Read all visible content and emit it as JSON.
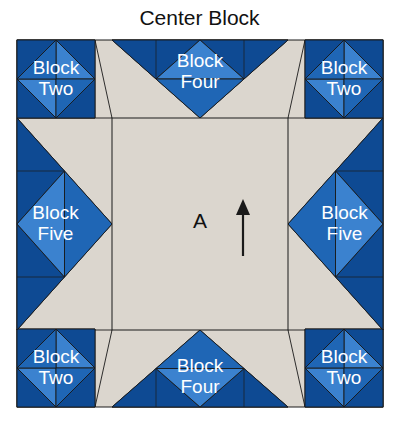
{
  "diagram": {
    "title": "Center Block",
    "nodes": [
      {
        "text": [
          "Block Two"
        ]
      },
      {
        "text": [
          "Block Four"
        ]
      },
      {
        "text": [
          "Block Two"
        ]
      },
      {
        "text": [
          "Block Five"
        ]
      },
      {
        "text": [
          "A"
        ]
      },
      {
        "text": [
          "Block Five"
        ]
      },
      {
        "text": [
          "Block Two"
        ]
      },
      {
        "text": [
          "Block Four"
        ]
      },
      {
        "text": [
          "Block Two"
        ]
      }
    ]
  }
}
